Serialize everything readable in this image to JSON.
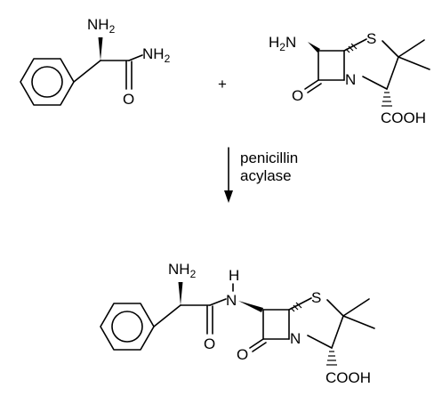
{
  "reactant_1": {
    "amine_label": "NH",
    "amine_sub": "2",
    "amide_label": "NH",
    "amide_sub": "2",
    "oxygen_label": "O"
  },
  "plus_sign": "+",
  "reactant_2": {
    "amine_label": "H",
    "amine_label_tail": "N",
    "amine_sub": "2",
    "sulfur_label": "S",
    "nitrogen_label": "N",
    "oxygen_label": "O",
    "acid_label": "COOH"
  },
  "enzyme": {
    "line_1": "penicillin",
    "line_2": "acylase"
  },
  "product": {
    "amine_label": "NH",
    "amine_sub": "2",
    "amide_h_label": "H",
    "amide_n_label": "N",
    "amide_oxygen_label": "O",
    "sulfur_label": "S",
    "nitrogen_label": "N",
    "lactam_oxygen_label": "O",
    "acid_label": "COOH"
  }
}
